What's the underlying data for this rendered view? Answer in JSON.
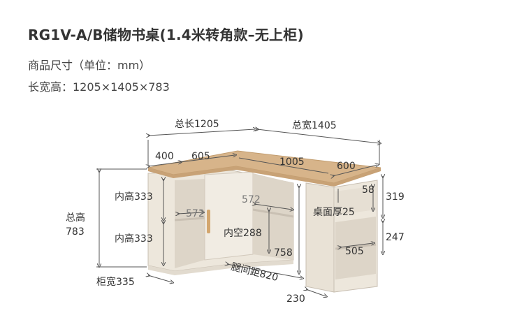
{
  "title": "RG1V-A/B储物书桌(1.4米转角款–无上柜)",
  "size_label": "商品尺寸（单位：mm）",
  "overall_label": "长宽高：1205×1405×783",
  "dims": {
    "total_length": "总长1205",
    "total_width": "总宽1405",
    "d400": "400",
    "d605": "605",
    "d1005": "1005",
    "d600": "600",
    "inner_h1": "内高333",
    "inner_h2": "内高333",
    "total_h_line1": "总高",
    "total_h_line2": "783",
    "d572a": "572",
    "d572b": "572",
    "inner_space": "内空288",
    "leg_h": "758",
    "leg_gap": "腿间距820",
    "cab_w": "柜宽335",
    "d230": "230",
    "d58": "58",
    "d319": "319",
    "top_thk": "桌面厚25",
    "d505": "505",
    "d247": "247"
  },
  "colors": {
    "wood": "#d7b48a",
    "body": "#ede7dc",
    "inner": "#ddd5c8",
    "line": "#555555"
  }
}
